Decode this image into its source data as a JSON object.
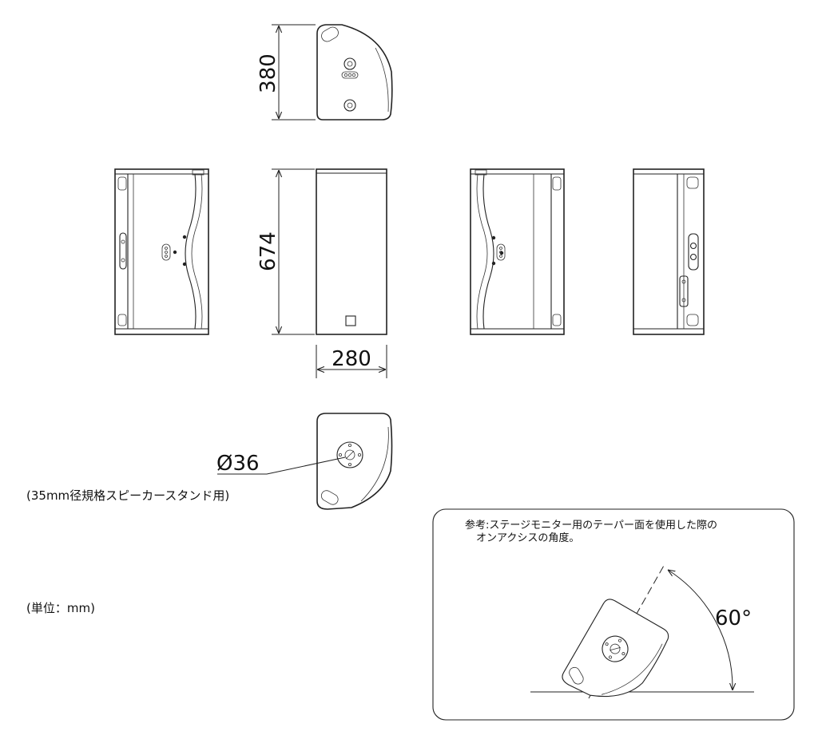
{
  "dimensions": {
    "height_top_view": "380",
    "height_front": "674",
    "width": "280",
    "pole_diameter": "Ø36"
  },
  "labels": {
    "pole_note": "(35mm径規格スピーカースタンド用)",
    "unit_note": "(単位：mm)",
    "reference_line1": "参考:ステージモニター用のテーパー面を使用した際の",
    "reference_line2": "オンアクシスの角度。",
    "angle": "60°"
  }
}
